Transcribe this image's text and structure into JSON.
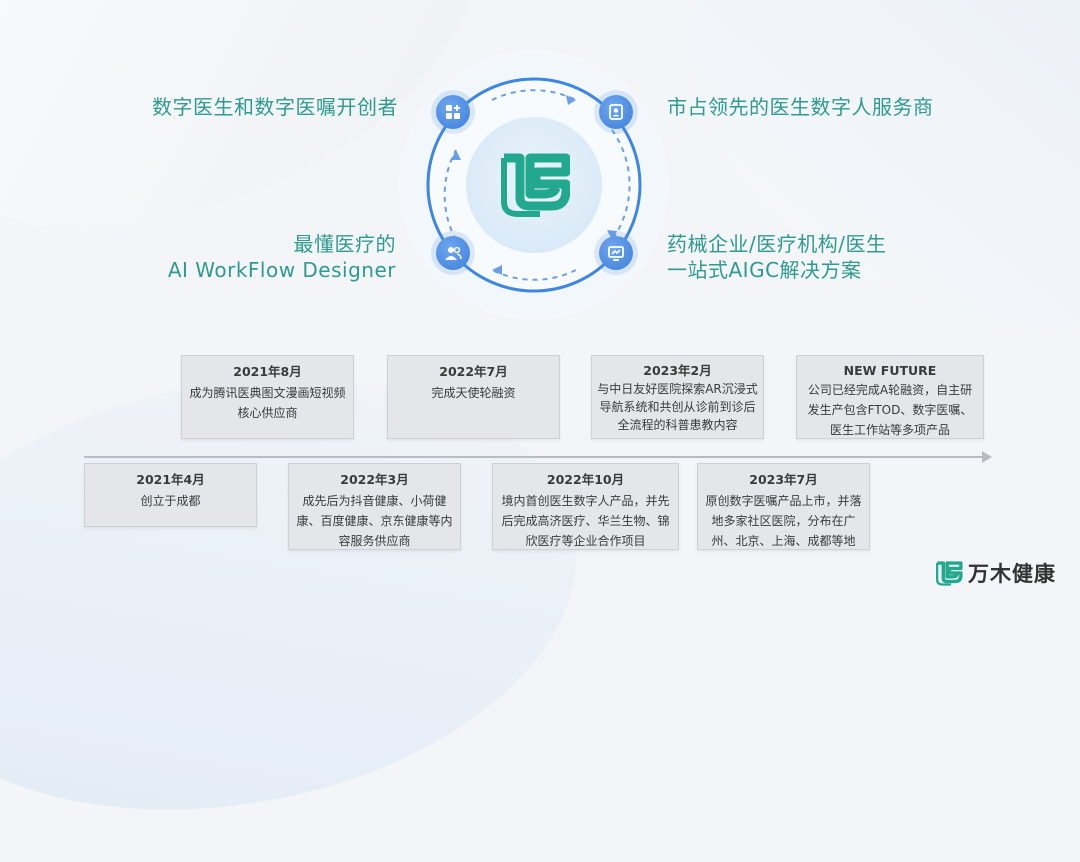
{
  "features": {
    "top_left": [
      "数字医生和数字医嘱开创者"
    ],
    "top_right": [
      "市占领先的医生数字人服务商"
    ],
    "bottom_left": [
      "最懂医疗的",
      "AI WorkFlow Designer"
    ],
    "bottom_right": [
      "药械企业/医疗机构/医生",
      "一站式AIGC解决方案"
    ]
  },
  "nodes": [
    "grid-icon",
    "contact-card-icon",
    "users-icon",
    "chart-monitor-icon"
  ],
  "timeline_top": [
    {
      "date": "2021年8月",
      "desc": "成为腾讯医典图文漫画短视频核心供应商"
    },
    {
      "date": "2022年7月",
      "desc": "完成天使轮融资"
    },
    {
      "date": "2023年2月",
      "desc": "与中日友好医院探索AR沉浸式导航系统和共创从诊前到诊后全流程的科普患教内容"
    },
    {
      "date": "NEW FUTURE",
      "desc": "公司已经完成A轮融资，自主研发生产包含FTOD、数字医嘱、医生工作站等多项产品"
    }
  ],
  "timeline_bottom": [
    {
      "date": "2021年4月",
      "desc": "创立于成都"
    },
    {
      "date": "2022年3月",
      "desc": "成先后为抖音健康、小荷健康、百度健康、京东健康等内容服务供应商"
    },
    {
      "date": "2022年10月",
      "desc": "境内首创医生数字人产品，并先后完成高济医疗、华兰生物、锦欣医疗等企业合作项目"
    },
    {
      "date": "2023年7月",
      "desc": "原创数字医嘱产品上市，并落地多家社区医院，分布在广州、北京、上海、成都等地"
    }
  ],
  "brand": {
    "name": "万木健康"
  },
  "colors": {
    "teal": "#2f9a8e",
    "logo_green": "#22a88f",
    "node_blue": "#4a8ae0"
  }
}
